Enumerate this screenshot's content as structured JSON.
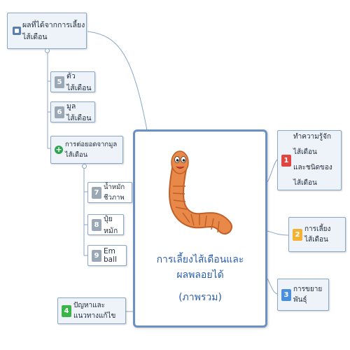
{
  "central": {
    "title": "การเลี้ยงไส้เดือนและผลพลอยได้",
    "subtitle": "(ภาพรวม)",
    "image_icon": "earthworm-illustration"
  },
  "root_topic": {
    "label": "ผลที่ได้จากการเลี้ยงไส้เดือน",
    "icon": "mindmap-icon"
  },
  "left_topics": [
    {
      "number": "5",
      "label": "ตัวไส้เดือน"
    },
    {
      "number": "6",
      "label": "มูลไส้เดือน"
    }
  ],
  "derived_topic": {
    "label": "การต่อยอดจากมูลไส้เดือน",
    "icon": "plus-icon"
  },
  "sub_topics": [
    {
      "number": "7",
      "label": "น้ำหมักชีวภาพ"
    },
    {
      "number": "8",
      "label": "ปุ๋ยหมัก"
    },
    {
      "number": "9",
      "label": "Em ball"
    }
  ],
  "right_topics": [
    {
      "number": "1",
      "label_line1": "ทำความรู้จักไส้เดือน",
      "label_line2": "และชนิดของไส้เดือน",
      "badge_color": "#e0453f"
    },
    {
      "number": "2",
      "label": "การเลี้ยงไส้เดือน",
      "badge_color": "#f3b233"
    },
    {
      "number": "3",
      "label": "การขยายพันธุ์",
      "badge_color": "#4a8fde"
    }
  ],
  "problem_topic": {
    "number": "4",
    "label": "ปัญหาและแนวทางแก้ไข",
    "badge_color": "#3bb54a"
  },
  "colors": {
    "connector": "#8aa6c8",
    "node_fill": "#eef3fa",
    "central_border": "#6b90c4",
    "central_text": "#2b5fa9",
    "worm_body": "#e8894a",
    "worm_stripe": "#c05f28"
  }
}
